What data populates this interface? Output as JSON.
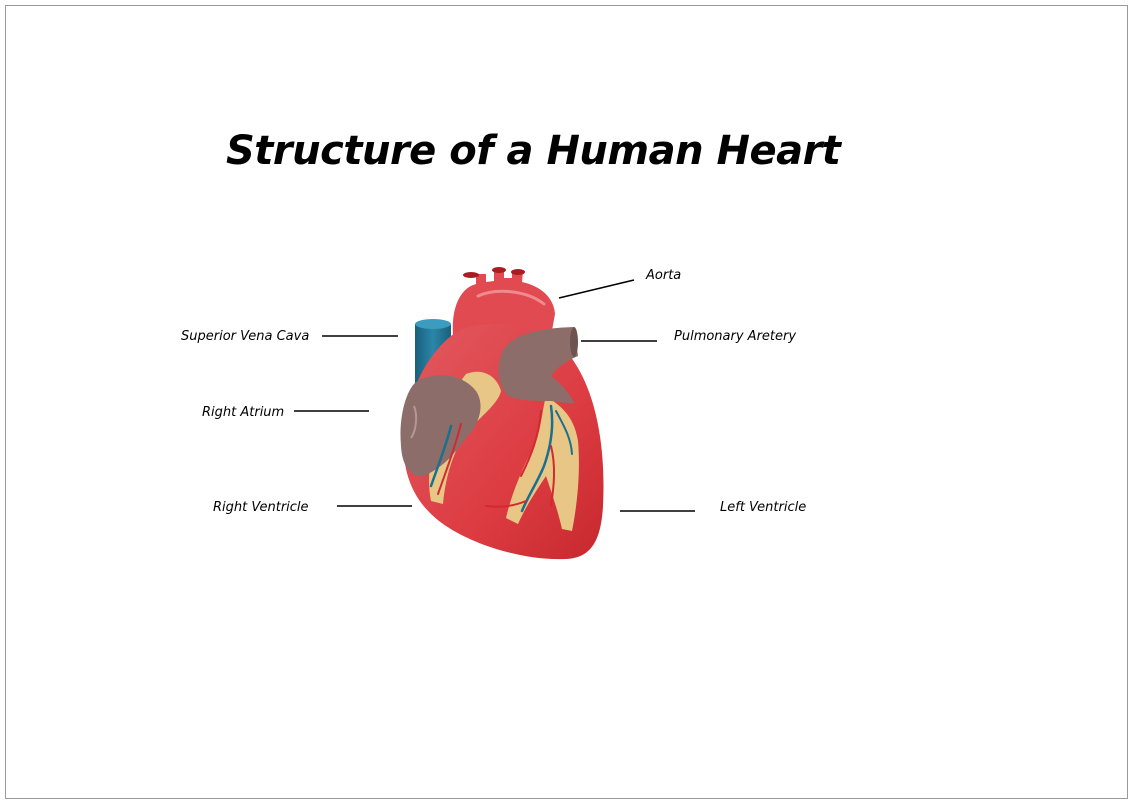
{
  "title": "Structure of a Human Heart",
  "labels": {
    "aorta": "Aorta",
    "superior_vena_cava": "Superior Vena Cava",
    "pulmonary_artery": "Pulmonary Aretery",
    "right_atrium": "Right Atrium",
    "right_ventricle": "Right Ventricle",
    "left_ventricle": "Left Ventricle"
  },
  "colors": {
    "heart_red": "#e0454a",
    "heart_dark_red": "#c2262c",
    "atrium_brown": "#8f6f6b",
    "vena_cava_teal": "#1f6e8c",
    "fat_yellow": "#e8c786",
    "leader_line": "#000000"
  }
}
